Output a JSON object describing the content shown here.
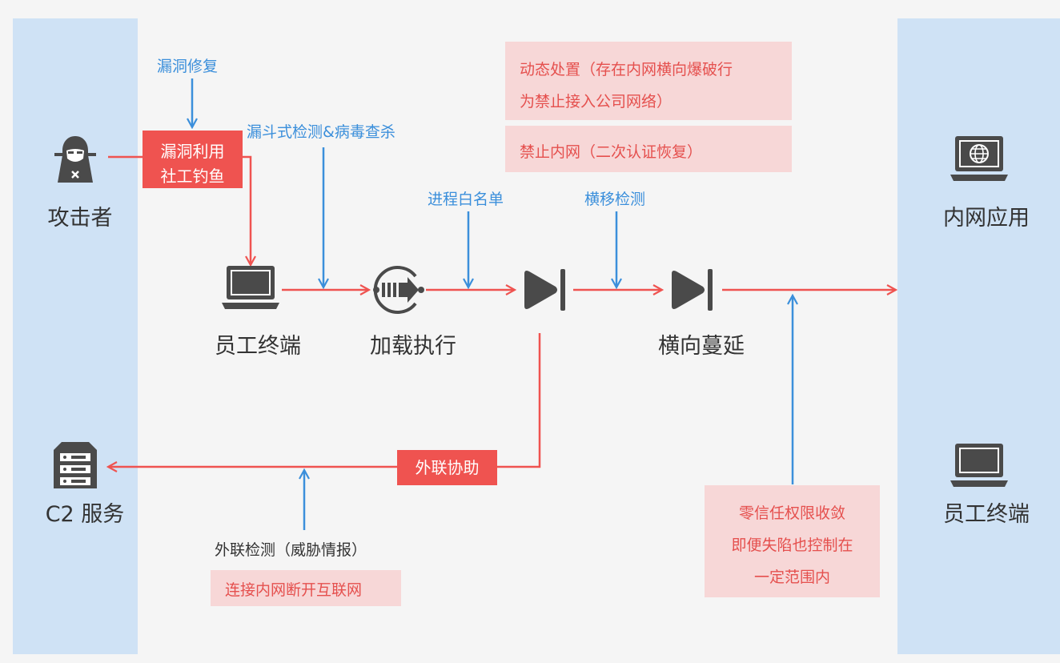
{
  "nodes": {
    "attacker": "攻击者",
    "c2": "C2 服务",
    "employee_terminal": "员工终端",
    "load_execute": "加载执行",
    "lateral_spread": "横向蔓延",
    "intranet_app": "内网应用",
    "right_employee_terminal": "员工终端"
  },
  "defenses": {
    "vuln_fix": "漏洞修复",
    "funnel_detect": "漏斗式检测&病毒查杀",
    "process_whitelist": "进程白名单",
    "lateral_detect": "横移检测",
    "outbound_detect": "外联检测（威胁情报）"
  },
  "attack_boxes": {
    "exploit_line1": "漏洞利用",
    "exploit_line2": "社工钓鱼",
    "outbound_assist": "外联协助"
  },
  "responses": {
    "dynamic_line1": "动态处置（存在内网横向爆破行",
    "dynamic_line2": "为禁止接入公司网络）",
    "ban_intranet": "禁止内网（二次认证恢复）",
    "cut_internet": "连接内网断开互联网",
    "zero_trust_line1": "零信任权限收敛",
    "zero_trust_line2": "即便失陷也控制在",
    "zero_trust_line3": "一定范围内"
  },
  "colors": {
    "panel": "#cfe2f5",
    "attack_red": "#ef5350",
    "defense_blue": "#3b8fdb",
    "response_pink": "#f7d7d7",
    "icon_dark": "#4a4a4a"
  }
}
